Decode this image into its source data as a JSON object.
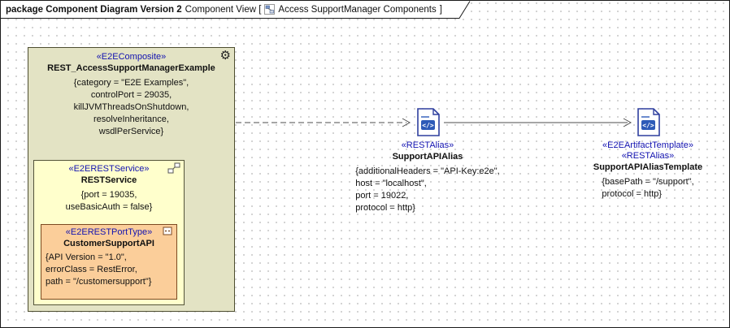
{
  "frame": {
    "header_bold": "package Component Diagram Version 2",
    "header_type": "Component View [",
    "header_name": "Access SupportManager Components",
    "header_close": "]"
  },
  "composite": {
    "stereotype": "«E2EComposite»",
    "name": "REST_AccessSupportManagerExample",
    "properties": "{category = \"E2E Examples\",\ncontrolPort = 29035,\nkillJVMThreadsOnShutdown,\nresolveInheritance,\nwsdlPerService}"
  },
  "service": {
    "stereotype": "«E2ERESTService»",
    "name": "RESTService",
    "properties": "{port = 19035,\nuseBasicAuth = false}"
  },
  "porttype": {
    "stereotype": "«E2ERESTPortType»",
    "name": "CustomerSupportAPI",
    "properties": "{API Version = \"1.0\",\nerrorClass = RestError,\npath = \"/customersupport\"}"
  },
  "alias": {
    "stereotype": "«RESTAlias»",
    "name": "SupportAPIAlias",
    "properties": "{additionalHeaders = \"API-Key:e2e\",\nhost = \"localhost\",\nport = 19022,\nprotocol = http}"
  },
  "template": {
    "stereotype_a": "«E2EArtifactTemplate»",
    "stereotype_b": "«RESTAlias»",
    "name": "SupportAPIAliasTemplate",
    "properties": "{basePath = \"/support\",\nprotocol = http}"
  },
  "colors": {
    "stereotype_text": "#1212b0",
    "composite_fill": "#e3e3c4",
    "service_fill": "#ffffcc",
    "porttype_fill": "#fbce9a",
    "artifact_icon_blue": "#2e3f9e"
  }
}
